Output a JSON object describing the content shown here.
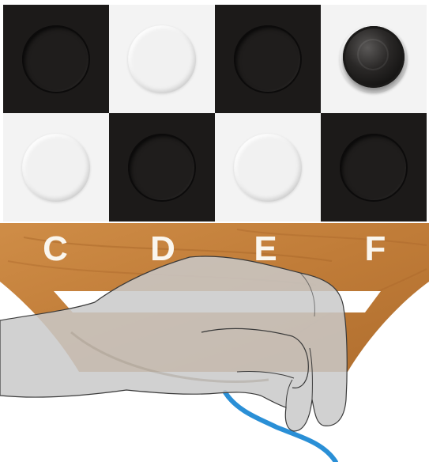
{
  "board": {
    "rows": [
      [
        {
          "color": "dark",
          "piece": "none"
        },
        {
          "color": "light",
          "piece": "none"
        },
        {
          "color": "dark",
          "piece": "none"
        },
        {
          "color": "light",
          "piece": "black"
        }
      ],
      [
        {
          "color": "light",
          "piece": "none"
        },
        {
          "color": "dark",
          "piece": "none"
        },
        {
          "color": "light",
          "piece": "none"
        },
        {
          "color": "dark",
          "piece": "none"
        }
      ]
    ]
  },
  "column_labels": [
    "C",
    "D",
    "E",
    "F"
  ],
  "colors": {
    "dark_square": "#1c1a19",
    "light_square": "#f3f3f3",
    "wood": "#c1803c",
    "label": "#faf6ee",
    "hand": "#c9c9c9",
    "cable": "#2a8fd6"
  },
  "icons": {
    "piece": "black-checker-piece",
    "hand": "hand-illustration",
    "cable": "blue-cable"
  }
}
